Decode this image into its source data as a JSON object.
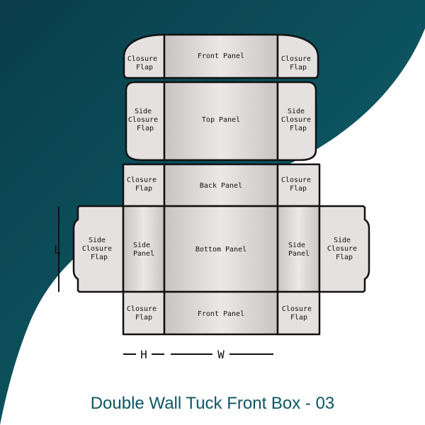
{
  "title": "Double Wall Tuck Front Box - 03",
  "colors": {
    "background": "#ffffff",
    "wave": "#0b5664",
    "panel": "#e9e4e4",
    "outline": "#111111",
    "title": "#0b5664"
  },
  "dimensions": {
    "height": "H",
    "width": "W",
    "length": "L"
  },
  "panels": {
    "top_front_panel": "Front Panel",
    "top_left_closure_flap": [
      "Closure",
      "Flap"
    ],
    "top_right_closure_flap": [
      "Closure",
      "Flap"
    ],
    "left_side_closure_flap_top": [
      "Side",
      "Closure",
      "Flap"
    ],
    "top_panel": "Top Panel",
    "right_side_closure_flap_top": [
      "Side",
      "Closure",
      "Flap"
    ],
    "mid_left_closure_flap": [
      "Closure",
      "Flap"
    ],
    "back_panel": "Back Panel",
    "mid_right_closure_flap": [
      "Closure",
      "Flap"
    ],
    "far_left_side_closure_flap": [
      "Side",
      "Closure",
      "Flap"
    ],
    "left_side_panel": [
      "Side",
      "Panel"
    ],
    "bottom_panel": "Bottom Panel",
    "right_side_panel": [
      "Side",
      "Panel"
    ],
    "far_right_side_closure_flap": [
      "Side",
      "Closure",
      "Flap"
    ],
    "bottom_left_closure_flap": [
      "Closure",
      "Flap"
    ],
    "bottom_front_panel": "Front Panel",
    "bottom_right_closure_flap": [
      "Closure",
      "Flap"
    ]
  }
}
